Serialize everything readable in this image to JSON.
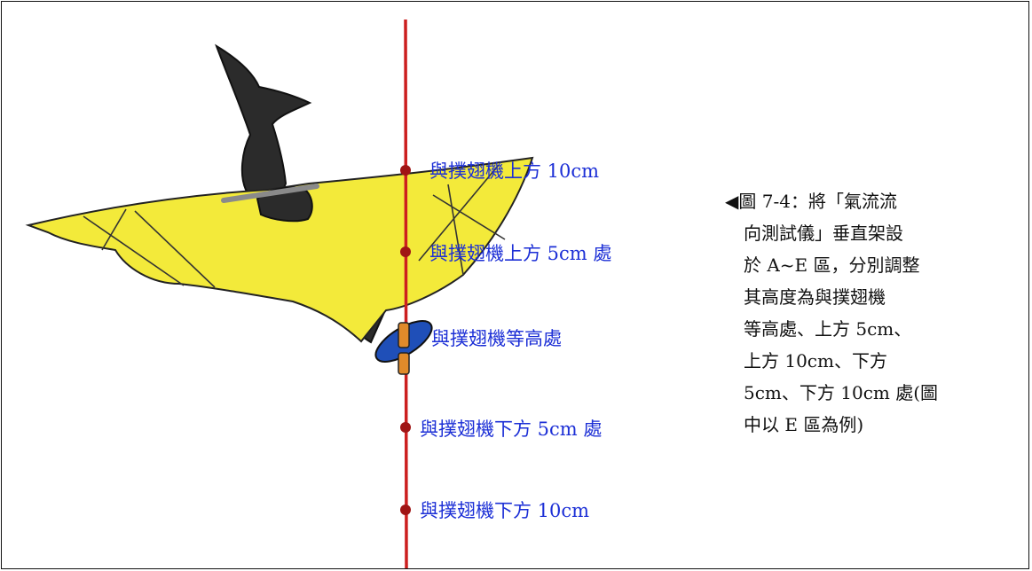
{
  "labels": {
    "above_10": "與撲翅機上方 10cm",
    "above_5": "與撲翅機上方 5cm 處",
    "level": "與撲翅機等高處",
    "below_5": "與撲翅機下方 5cm 處",
    "below_10": "與撲翅機下方 10cm"
  },
  "caption": {
    "lines": [
      "◀圖 7-4：將「氣流流",
      "向測試儀」垂直架設",
      "於 A~E 區，分別調整",
      "其高度為與撲翅機",
      "等高處、上方 5cm、",
      "上方 10cm、下方",
      "5cm、下方 10cm 處(圖",
      "中以 E 區為例)"
    ]
  },
  "colors": {
    "pole": "#cc1f1f",
    "marker": "#a01515",
    "label_text": "#1c2fd6",
    "wing": "#f3ea3a",
    "bird": "#2b2b2b",
    "vane_blue": "#1f4fb8",
    "vane_orange": "#e08a2a"
  }
}
